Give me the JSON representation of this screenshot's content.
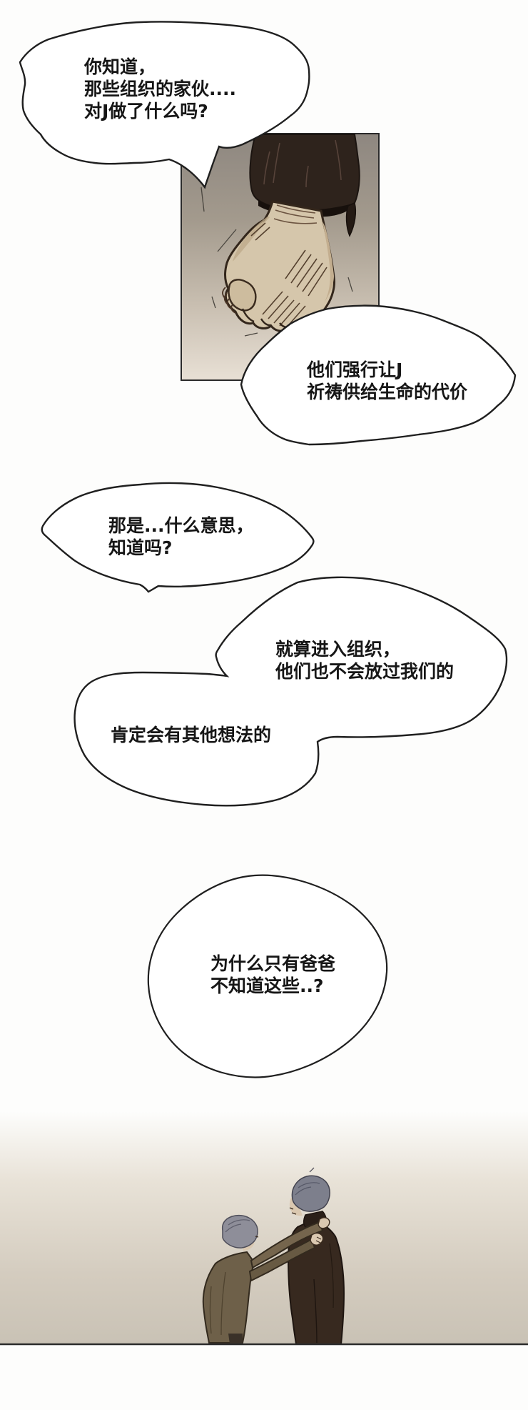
{
  "page": {
    "kind": "manhwa-comic-page",
    "background": "#fdfdfc",
    "ink_color": "#1f1f1f",
    "bubble_fill": "#ffffff"
  },
  "bubbles": [
    {
      "id": "bubble-1",
      "lines": [
        "你知道，",
        "那些组织的家伙....",
        "对J做了什么吗?"
      ]
    },
    {
      "id": "bubble-2",
      "lines": [
        "他们强行让J",
        "祈祷供给生命的代价"
      ]
    },
    {
      "id": "bubble-3",
      "lines": [
        "那是...什么意思，",
        "知道吗?"
      ]
    },
    {
      "id": "bubble-4",
      "lines": [
        "就算进入组织，",
        "他们也不会放过我们的"
      ]
    },
    {
      "id": "bubble-5",
      "lines": [
        "肯定会有其他想法的"
      ]
    },
    {
      "id": "bubble-6",
      "lines": [
        "为什么只有爸爸",
        "不知道这些..?"
      ]
    }
  ],
  "artwork": {
    "panel": "clenched-fist-below-dark-sleeve",
    "panel_colors": {
      "top": "#8e8780",
      "bottom": "#e8e0d5",
      "sleeve": "#2e231c",
      "skin": "#d5c6ab"
    },
    "bottom_scene": "short-man-grabbing-tall-man-coat",
    "scene_colors": {
      "band": "#c9c2b5",
      "floor_line": "#2c2c2c",
      "sweater": "#6e6049",
      "coat": "#37291f",
      "hair": "#7d7f8c"
    }
  }
}
